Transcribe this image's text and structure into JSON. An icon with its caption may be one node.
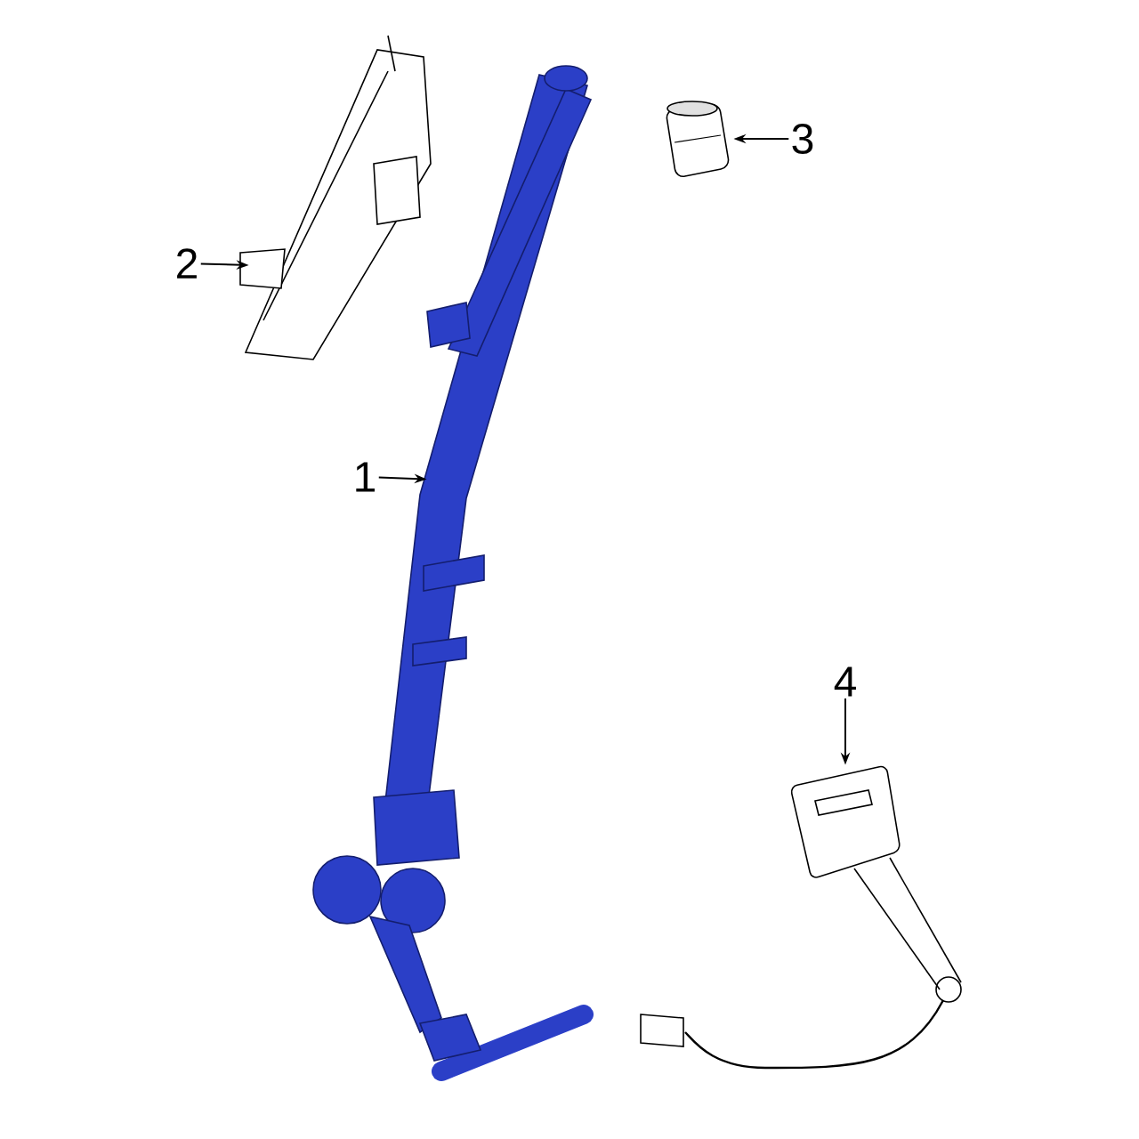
{
  "diagram": {
    "nodes": [
      {
        "text": [
          "1"
        ]
      },
      {
        "text": [
          "2"
        ]
      },
      {
        "text": [
          "3"
        ]
      },
      {
        "text": [
          "4"
        ]
      },
      {
        "text": [],
        "shape": "picture"
      },
      {
        "text": [],
        "shape": "picture"
      },
      {
        "text": [],
        "shape": "picture"
      },
      {
        "text": [],
        "shape": "picture"
      }
    ],
    "edges": [
      {
        "from": 0,
        "to": 4,
        "arrow": "to"
      },
      {
        "from": 1,
        "to": 5,
        "arrow": "to"
      },
      {
        "from": 2,
        "to": 6,
        "arrow": "to"
      },
      {
        "from": 3,
        "to": 7,
        "arrow": "to"
      }
    ]
  }
}
